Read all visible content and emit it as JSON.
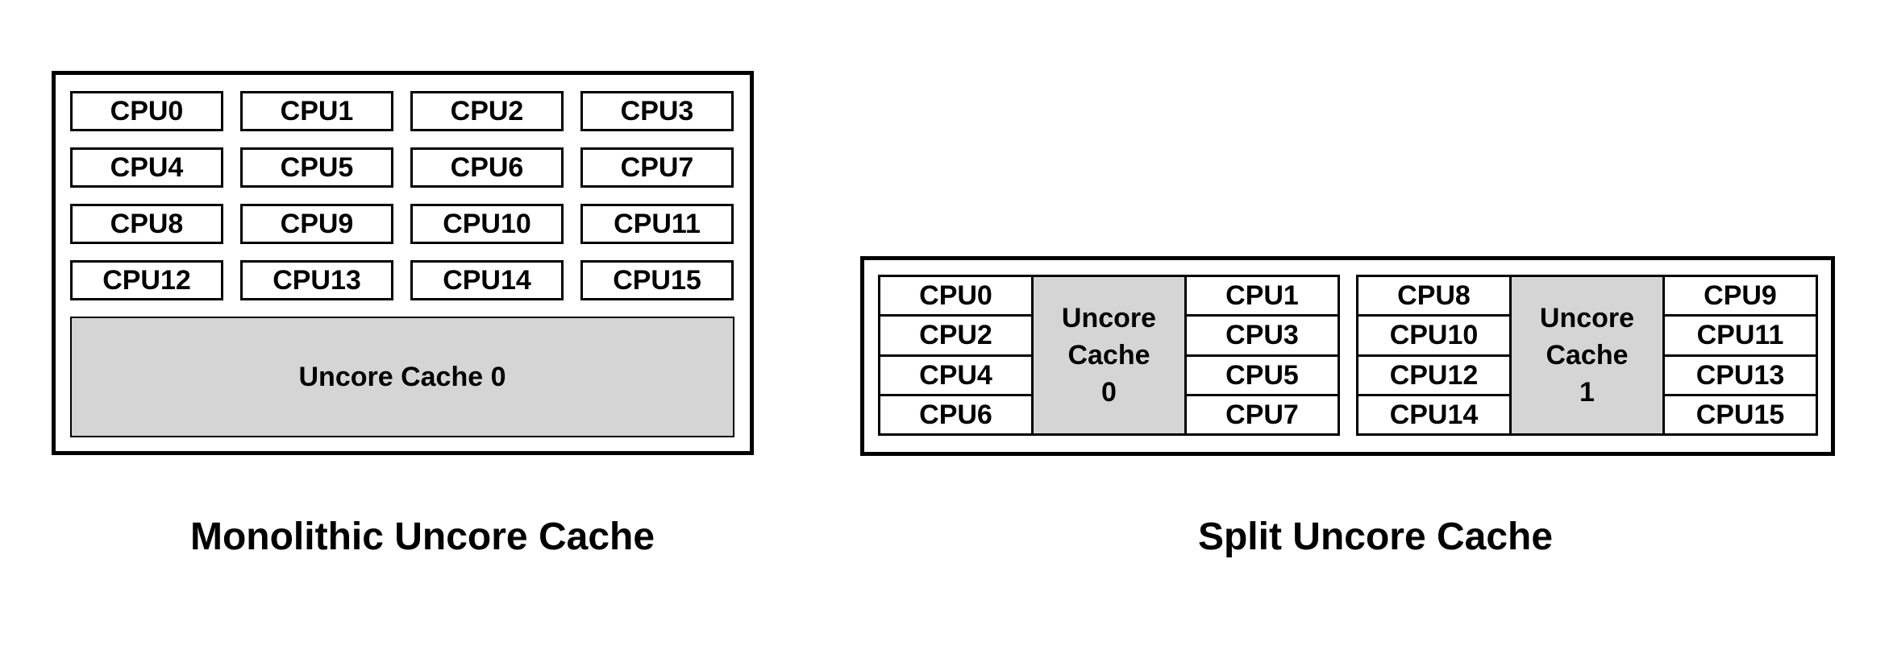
{
  "colors": {
    "background": "#ffffff",
    "border": "#000000",
    "text": "#000000",
    "cache_fill": "#d5d5d5"
  },
  "monolithic": {
    "caption": "Monolithic Uncore Cache",
    "cpus": [
      "CPU0",
      "CPU1",
      "CPU2",
      "CPU3",
      "CPU4",
      "CPU5",
      "CPU6",
      "CPU7",
      "CPU8",
      "CPU9",
      "CPU10",
      "CPU11",
      "CPU12",
      "CPU13",
      "CPU14",
      "CPU15"
    ],
    "cache_label": "Uncore Cache 0"
  },
  "split": {
    "caption": "Split Uncore Cache",
    "clusters": [
      {
        "left_cpus": [
          "CPU0",
          "CPU2",
          "CPU4",
          "CPU6"
        ],
        "cache_lines": [
          "Uncore",
          "Cache",
          "0"
        ],
        "right_cpus": [
          "CPU1",
          "CPU3",
          "CPU5",
          "CPU7"
        ]
      },
      {
        "left_cpus": [
          "CPU8",
          "CPU10",
          "CPU12",
          "CPU14"
        ],
        "cache_lines": [
          "Uncore",
          "Cache",
          "1"
        ],
        "right_cpus": [
          "CPU9",
          "CPU11",
          "CPU13",
          "CPU15"
        ]
      }
    ]
  }
}
